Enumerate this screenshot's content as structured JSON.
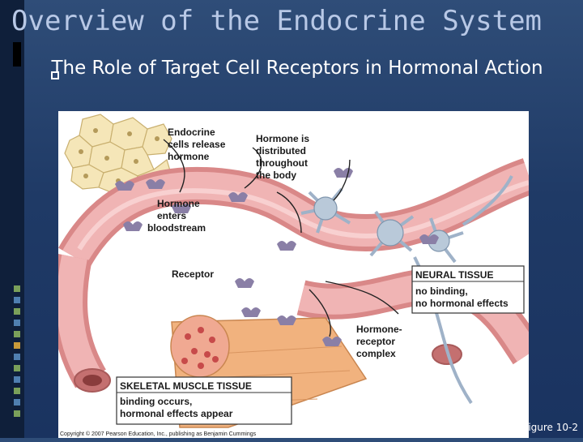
{
  "slide": {
    "title": "Overview of the Endocrine System",
    "bullet": "The Role of Target Cell Receptors in Hormonal Action",
    "figure_label": "igure 10-2"
  },
  "figure": {
    "labels": {
      "endocrine": [
        "Endocrine",
        "cells release",
        "hormone"
      ],
      "distributed": [
        "Hormone is",
        "distributed",
        "throughout",
        "the body"
      ],
      "enters": [
        "Hormone",
        "enters",
        "bloodstream"
      ],
      "receptor": "Receptor",
      "neural_title": "NEURAL TISSUE",
      "neural_desc": [
        "no binding,",
        "no hormonal effects"
      ],
      "complex": [
        "Hormone-",
        "receptor",
        "complex"
      ],
      "skeletal_title": "SKELETAL MUSCLE TISSUE",
      "skeletal_desc": [
        "binding occurs,",
        "hormonal effects appear"
      ],
      "copyright": "Copyright © 2007 Pearson Education, Inc., publishing as Benjamin Cummings"
    },
    "colors": {
      "vessel": "#e9a3a3",
      "neuron": "#b9c9d9",
      "hormone": "#8a7fa6",
      "muscle": "#f1b27e",
      "cells": "#f5e6b8"
    }
  }
}
